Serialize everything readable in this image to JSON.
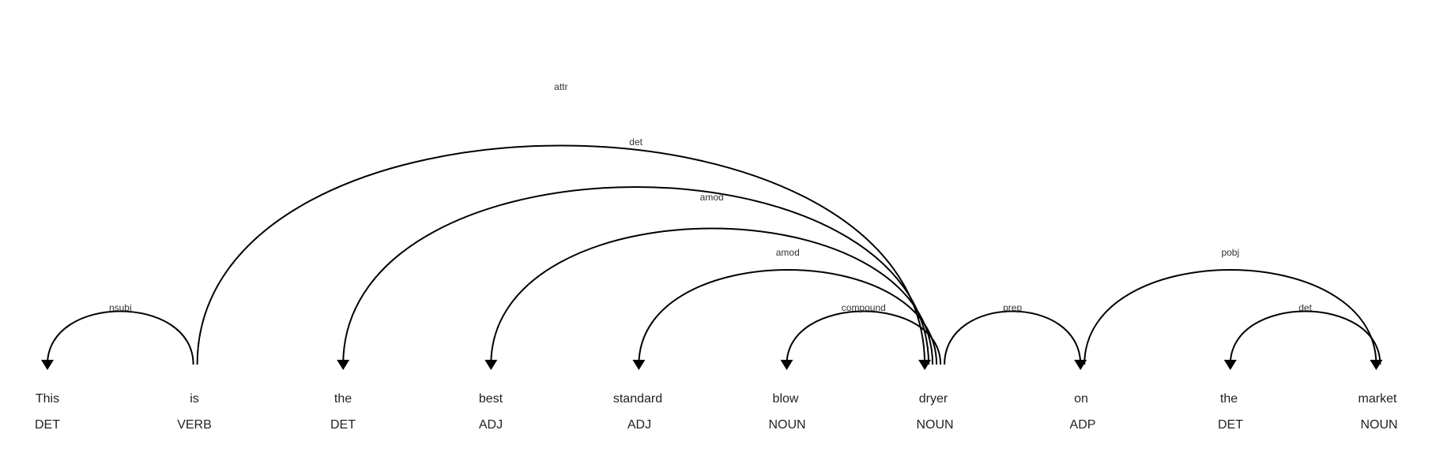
{
  "tokens": [
    {
      "text": "This",
      "tag": "DET"
    },
    {
      "text": "is",
      "tag": "VERB"
    },
    {
      "text": "the",
      "tag": "DET"
    },
    {
      "text": "best",
      "tag": "ADJ"
    },
    {
      "text": "standard",
      "tag": "ADJ"
    },
    {
      "text": "blow",
      "tag": "NOUN"
    },
    {
      "text": "dryer",
      "tag": "NOUN"
    },
    {
      "text": "on",
      "tag": "ADP"
    },
    {
      "text": "the",
      "tag": "DET"
    },
    {
      "text": "market",
      "tag": "NOUN"
    }
  ],
  "arcs": [
    {
      "label": "nsubj",
      "head": 1,
      "dep": 0
    },
    {
      "label": "attr",
      "head": 1,
      "dep": 6
    },
    {
      "label": "det",
      "head": 6,
      "dep": 2
    },
    {
      "label": "amod",
      "head": 6,
      "dep": 3
    },
    {
      "label": "amod",
      "head": 6,
      "dep": 4
    },
    {
      "label": "compound",
      "head": 6,
      "dep": 5
    },
    {
      "label": "prep",
      "head": 6,
      "dep": 7
    },
    {
      "label": "pobj",
      "head": 7,
      "dep": 9
    },
    {
      "label": "det",
      "head": 9,
      "dep": 8
    }
  ]
}
